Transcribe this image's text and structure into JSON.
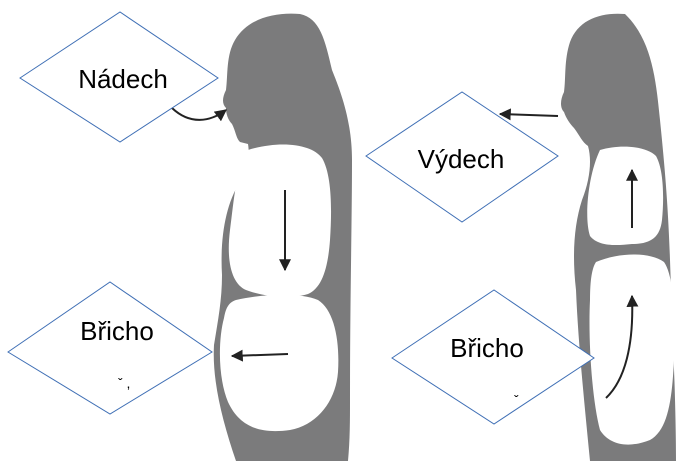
{
  "labels": {
    "inhale": "Nádech",
    "exhale": "Výdech",
    "belly_left": "Břicho",
    "belly_right": "Břicho"
  },
  "stray_marks": {
    "left": "ˇ ,",
    "right": "ˇ"
  },
  "colors": {
    "silhouette": "#7b7b7c",
    "cavity": "#ffffff",
    "diamond_stroke": "#3f6fb5",
    "arrow": "#222222"
  }
}
